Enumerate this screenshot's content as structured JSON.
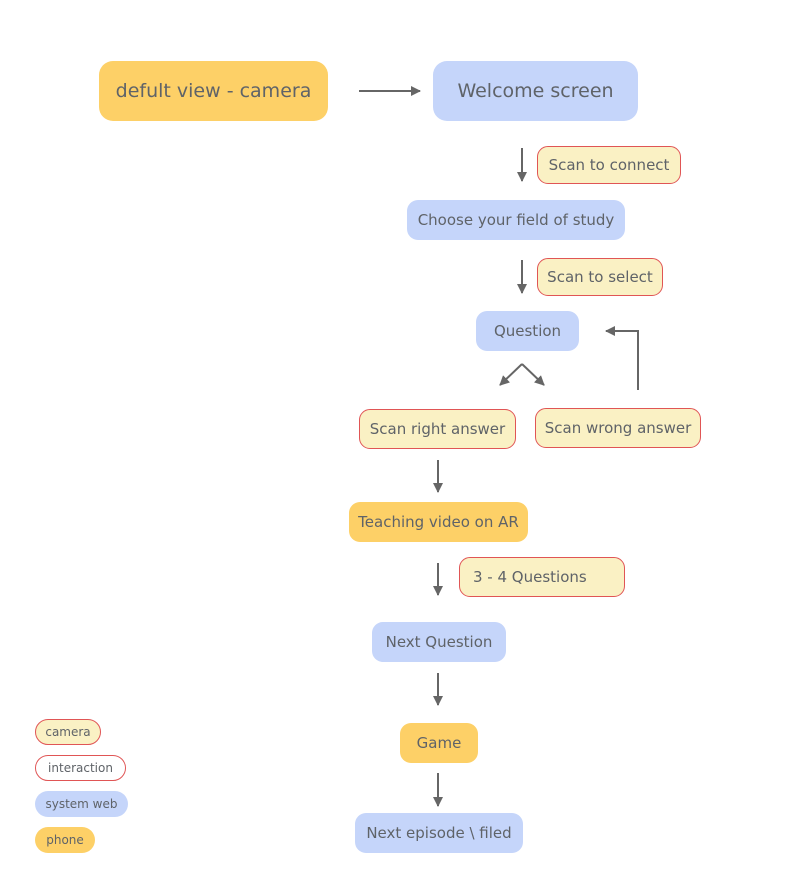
{
  "nodes": {
    "default_view": "defult view - camera",
    "welcome": "Welcome screen",
    "scan_connect": "Scan to connect",
    "choose_field": "Choose your field of study",
    "scan_select": "Scan to select",
    "question": "Question",
    "scan_right": "Scan right answer",
    "scan_wrong": "Scan wrong answer",
    "teaching_video": "Teaching video on AR",
    "three_four": "3 - 4 Questions",
    "next_question": "Next Question",
    "game": "Game",
    "next_episode": "Next episode \\ filed"
  },
  "legend": {
    "camera": "camera",
    "interaction": "interaction",
    "system_web": "system web",
    "phone": "phone"
  },
  "colors": {
    "phone": "#fdd067",
    "system_web": "#c5d5fa",
    "camera": "#faf1c4",
    "interaction_border": "#e05555",
    "arrow": "#666666"
  }
}
